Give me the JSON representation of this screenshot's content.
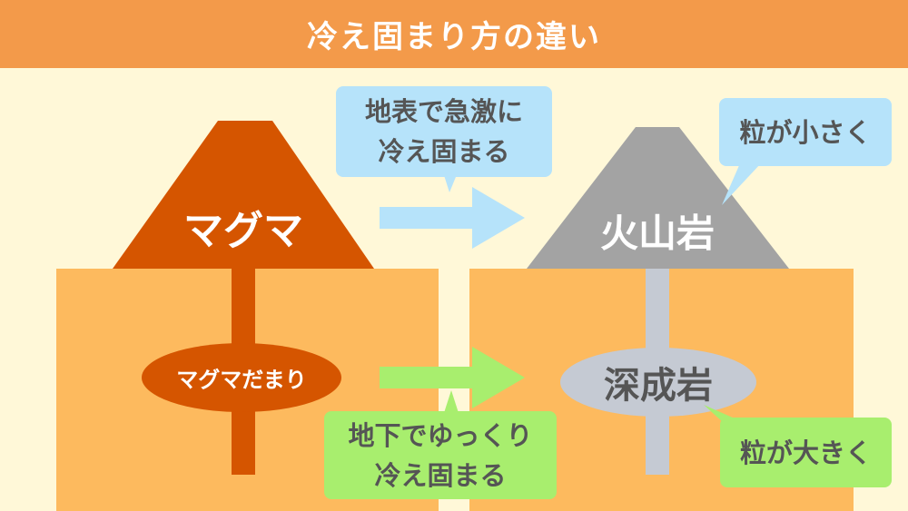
{
  "title": "冷え固まり方の違い",
  "magma": "マグマ",
  "magma_chamber": "マグマだまり",
  "volcanic_rock": "火山岩",
  "plutonic_rock": "深成岩",
  "surface_note": {
    "line1": "地表で急激に",
    "line2": "冷え固まる"
  },
  "underground_note": {
    "line1": "地下でゆっくり",
    "line2": "冷え固まる"
  },
  "small_grain": "粒が小さく",
  "large_grain": "粒が大きく",
  "colors": {
    "header": "#F39A4A",
    "ground": "#FDBA5E",
    "magma": "#D55500",
    "volcanic": "#A3A3A3",
    "plutonic": "#C5CAD3",
    "blue": "#B6E3FA",
    "green": "#A8EE6E"
  }
}
